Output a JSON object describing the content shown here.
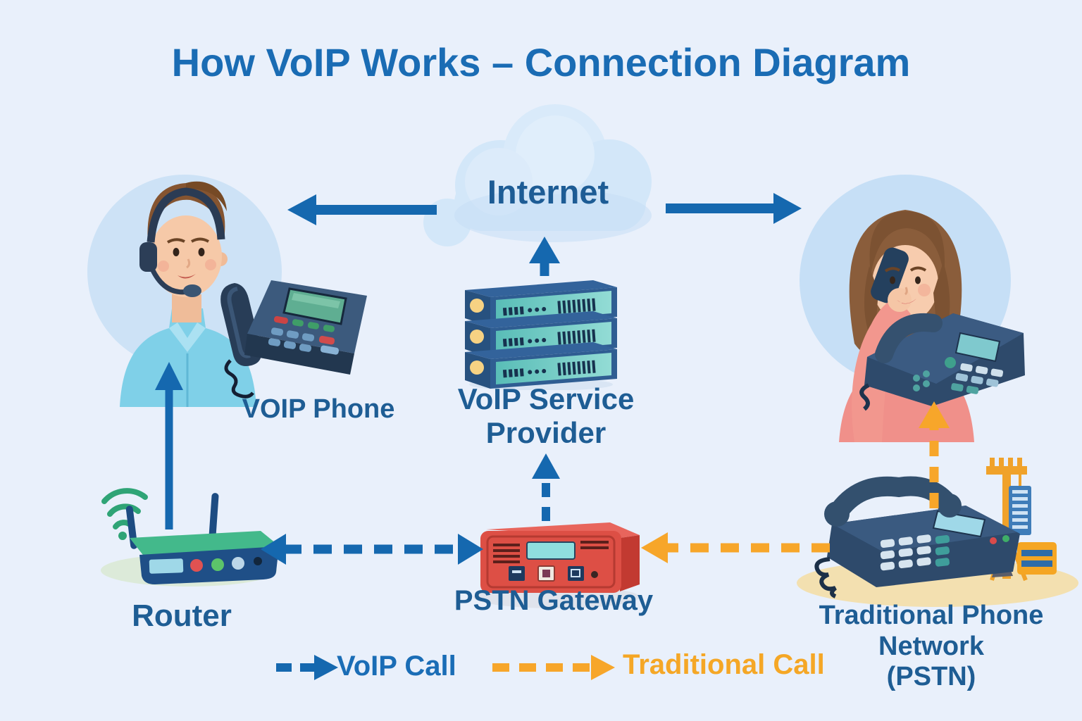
{
  "title": "How VoIP Works – Connection Diagram",
  "nodes": {
    "internet": {
      "label": "Internet"
    },
    "voip_phone": {
      "label": "VOIP Phone"
    },
    "voip_service_provider": {
      "label_line1": "VoIP Service",
      "label_line2": "Provider"
    },
    "router": {
      "label": "Router"
    },
    "pstn_gateway": {
      "label": "PSTN Gateway"
    },
    "traditional_phone_network": {
      "label_line1": "Traditional Phone",
      "label_line2": "Network",
      "label_line3": "(PSTN)"
    }
  },
  "figures": {
    "left_person": "man-with-headset",
    "right_person": "woman-talking-on-mobile-phone"
  },
  "legend": {
    "voip_call": {
      "label": "VoIP Call"
    },
    "traditional_call": {
      "label": "Traditional Call"
    }
  },
  "connections": [
    {
      "from": "internet",
      "to": "voip-user",
      "style": "solid",
      "color": "blue",
      "direction": "left"
    },
    {
      "from": "internet",
      "to": "pstn-user",
      "style": "solid",
      "color": "blue",
      "direction": "right"
    },
    {
      "from": "voip-service-provider",
      "to": "internet",
      "style": "solid",
      "color": "blue",
      "direction": "up"
    },
    {
      "from": "router",
      "to": "voip-user",
      "style": "solid",
      "color": "blue",
      "direction": "up"
    },
    {
      "from": "router",
      "to": "pstn-gateway",
      "style": "dashed",
      "color": "blue",
      "direction": "both"
    },
    {
      "from": "pstn-gateway",
      "to": "voip-service-provider",
      "style": "dashed",
      "color": "blue",
      "direction": "up"
    },
    {
      "from": "traditional-phone-network",
      "to": "pstn-gateway",
      "style": "dashed",
      "color": "orange",
      "direction": "left"
    },
    {
      "from": "traditional-phone-network",
      "to": "pstn-user-phone",
      "style": "dashed",
      "color": "orange",
      "direction": "up"
    }
  ],
  "colors": {
    "background": "#e9f0fb",
    "title_blue": "#1a6cb4",
    "label_blue": "#1e5d94",
    "arrow_blue": "#1568af",
    "arrow_orange": "#f7a62a",
    "person_circle_blue": "#cde2f6",
    "cloud_blue": "#d3e7f9",
    "server_navy": "#2f5d92",
    "server_teal": "#6fcac4",
    "router_green": "#43b98b",
    "router_navy": "#1f4f87",
    "gateway_red": "#dd4f45",
    "phone_navy": "#2e4a6b",
    "sand": "#f3e0b0"
  }
}
